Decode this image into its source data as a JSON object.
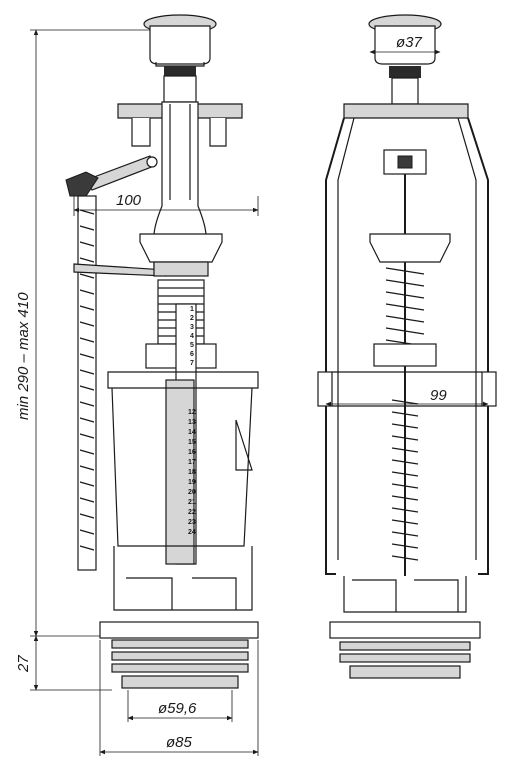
{
  "drawing": {
    "dimensions": {
      "height_range": "min 290 – max 410",
      "arm_length": "100",
      "button_diameter": "ø37",
      "housing_width": "99",
      "thread_height": "27",
      "thread_inner_diameter": "ø59,6",
      "base_diameter": "ø85"
    },
    "scale_marks": [
      "1",
      "2",
      "3",
      "4",
      "5",
      "6",
      "7",
      "12",
      "13",
      "14",
      "15",
      "16",
      "17",
      "18",
      "19",
      "20",
      "21",
      "22",
      "23",
      "24"
    ]
  }
}
